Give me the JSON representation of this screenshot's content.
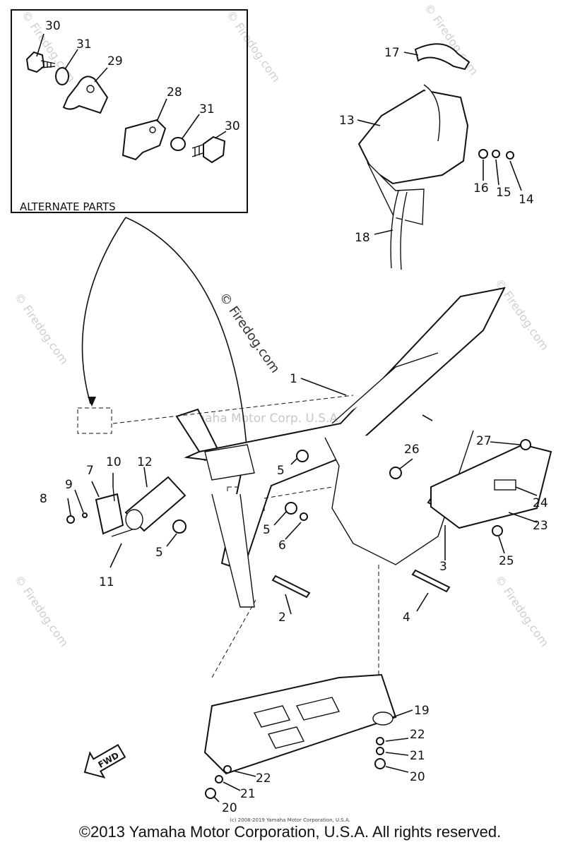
{
  "inset": {
    "title": "ALTERNATE PARTS"
  },
  "callouts": {
    "c1": "1",
    "c2": "2",
    "c3": "3",
    "c4": "4",
    "c5a": "5",
    "c5b": "5",
    "c5c": "5",
    "c6": "6",
    "c7": "7",
    "c8": "8",
    "c9": "9",
    "c10": "10",
    "c11": "11",
    "c12": "12",
    "c13": "13",
    "c14": "14",
    "c15": "15",
    "c16": "16",
    "c17": "17",
    "c18": "18",
    "c19": "19",
    "c20a": "20",
    "c20b": "20",
    "c21a": "21",
    "c21b": "21",
    "c22a": "22",
    "c22b": "22",
    "c23": "23",
    "c24": "24",
    "c25": "25",
    "c26": "26",
    "c27": "27",
    "c28": "28",
    "c29": "29",
    "c30a": "30",
    "c30b": "30",
    "c31a": "31",
    "c31b": "31"
  },
  "fwd_label": "FWD",
  "watermarks": {
    "main": "© Firedog.com",
    "faint": "© Firedog.com",
    "overlay": "Yamaha Motor Corp. U.S.A."
  },
  "tiny_note": "(c) 2008-2019 Yamaha Motor Corporation, U.S.A.",
  "copyright": "©2013 Yamaha Motor Corporation, U.S.A. All rights reserved."
}
